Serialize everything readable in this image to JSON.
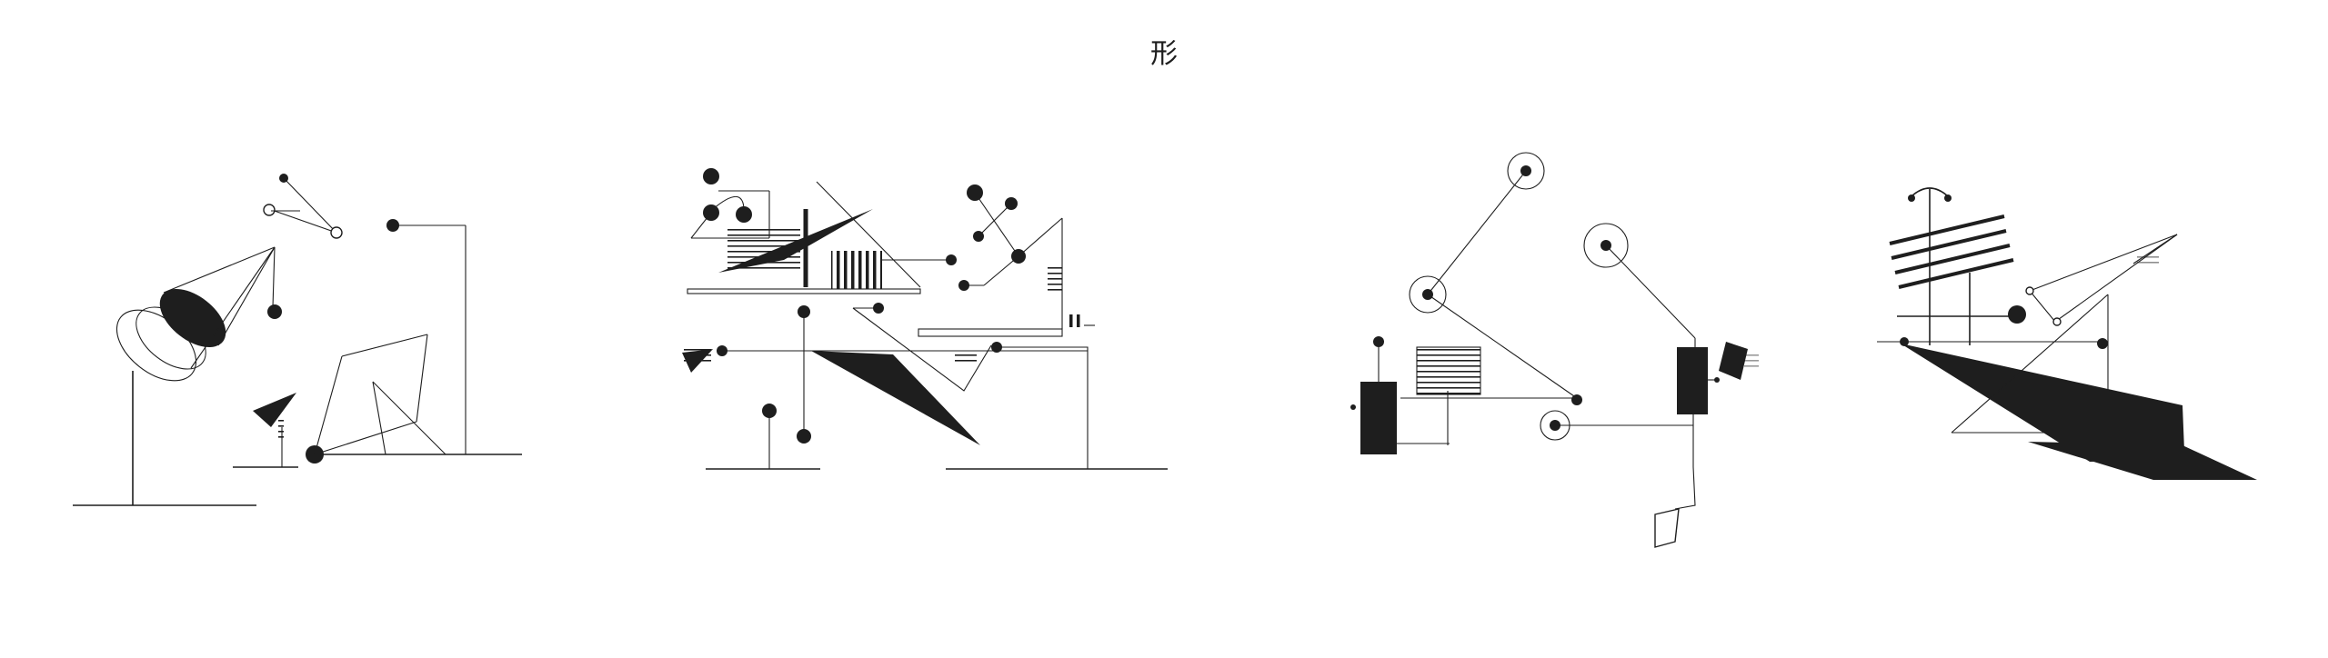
{
  "page": {
    "title": "形",
    "ink_color": "#1e1e1e",
    "background_color": "#ffffff"
  },
  "compositions": [
    {
      "name": "composition-1"
    },
    {
      "name": "composition-2"
    },
    {
      "name": "composition-3"
    },
    {
      "name": "composition-4"
    }
  ]
}
